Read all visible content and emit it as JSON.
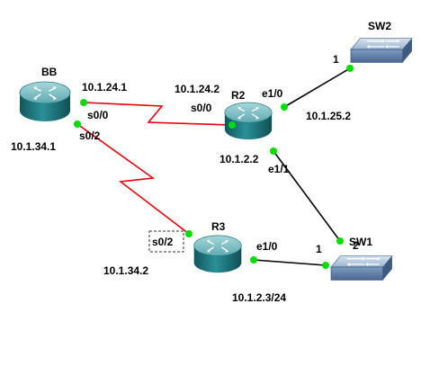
{
  "nodes": {
    "bb": {
      "label": "BB",
      "icon": "router-icon"
    },
    "r2": {
      "label": "R2",
      "icon": "router-icon"
    },
    "r3": {
      "label": "R3",
      "icon": "router-icon"
    },
    "sw1": {
      "label": "SW1",
      "icon": "switch-icon"
    },
    "sw2": {
      "label": "SW2",
      "icon": "switch-icon"
    }
  },
  "links": {
    "bb_r2": {
      "type": "serial",
      "bb_port": "s0/0",
      "bb_ip": "10.1.24.1",
      "r2_port": "s0/0",
      "r2_ip": "10.1.24.2"
    },
    "bb_r3": {
      "type": "serial",
      "bb_port": "s0/2",
      "bb_ip": "10.1.34.1",
      "r3_port": "s0/2",
      "r3_ip": "10.1.34.2"
    },
    "r2_sw2": {
      "type": "ethernet",
      "r2_port": "e1/0",
      "r2_ip": "10.1.25.2",
      "sw2_port": "1"
    },
    "r2_sw1": {
      "type": "ethernet",
      "r2_port": "e1/1",
      "r2_ip": "10.1.2.2",
      "sw1_port": "2"
    },
    "r3_sw1": {
      "type": "ethernet",
      "r3_port": "e1/0",
      "r3_ip": "10.1.2.3/24",
      "sw1_port": "1"
    }
  },
  "colors": {
    "serial_link": "#e8000b",
    "ethernet_link": "#000000",
    "port_dot": "#00dd00",
    "router_body": "#1f7f86",
    "router_top": "#7ec3c8",
    "switch_body": "#5d7fa8",
    "switch_top": "#a9bfd8"
  }
}
